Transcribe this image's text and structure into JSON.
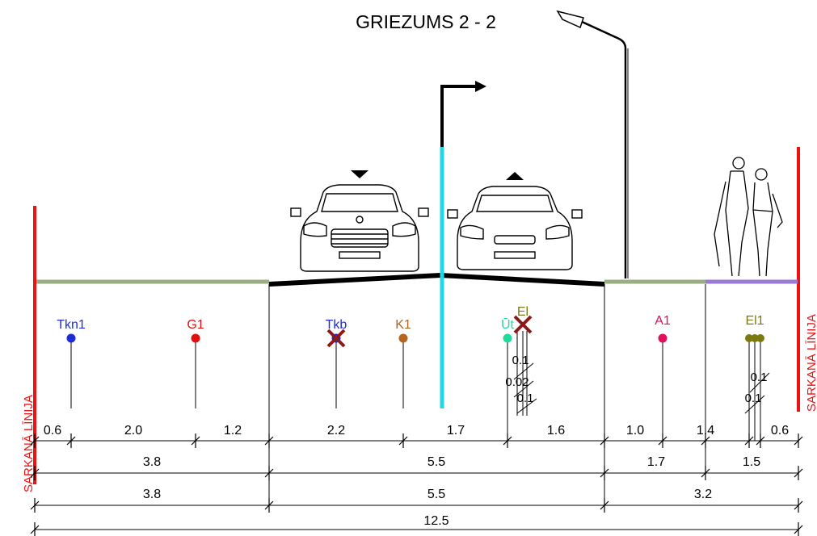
{
  "title": "GRIEZUMS 2 - 2",
  "red_line_label": "SARKANĀ LĪNIJA",
  "utilities": [
    {
      "id": "tkn1",
      "label": "Tkn1",
      "color": "#1f2bd6",
      "crossed": false
    },
    {
      "id": "g1",
      "label": "G1",
      "color": "#e01010",
      "crossed": false
    },
    {
      "id": "tkb",
      "label": "Tkb",
      "color": "#1f2bd6",
      "crossed": true
    },
    {
      "id": "k1",
      "label": "K1",
      "color": "#b5651d",
      "crossed": false
    },
    {
      "id": "ut",
      "label": "Ūt",
      "color": "#1fdc9a",
      "crossed": false
    },
    {
      "id": "el",
      "label": "El",
      "color": "#7a7a10",
      "crossed": true
    },
    {
      "id": "a1",
      "label": "A1",
      "color": "#e0105a",
      "crossed": false
    },
    {
      "id": "el1",
      "label": "El1",
      "color": "#7a7a10",
      "crossed": false
    }
  ],
  "small_offsets": {
    "center": [
      "0.1",
      "0.02",
      "0.1"
    ],
    "right": [
      "0.1",
      "0.1"
    ]
  },
  "dimensions": {
    "row1": [
      "0.6",
      "2.0",
      "1.2",
      "2.2",
      "1.7",
      "1.6",
      "1.0",
      "1.4",
      "0.6"
    ],
    "row2": [
      "3.8",
      "5.5",
      "1.7",
      "1.5"
    ],
    "row3": [
      "3.8",
      "5.5",
      "3.2"
    ],
    "row4": [
      "12.5"
    ]
  },
  "colors": {
    "red_line": "#ee1111",
    "green_surface": "#9aae84",
    "sidewalk": "#9a7ad6",
    "median_pole": "#22d8e6"
  }
}
